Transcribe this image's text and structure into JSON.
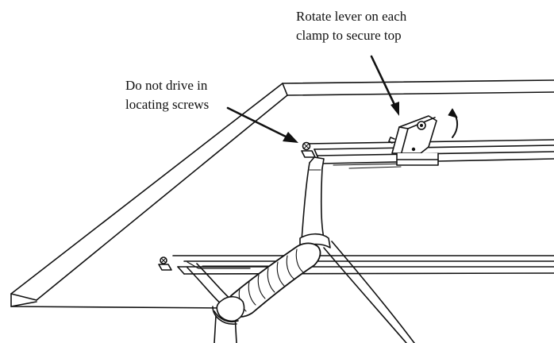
{
  "callouts": {
    "lever": {
      "line1": "Rotate lever on each",
      "line2": "clamp to secure top"
    },
    "screws": {
      "line1": "Do not drive in",
      "line2": "locating screws"
    }
  },
  "colors": {
    "ink": "#111111",
    "paper": "#ffffff"
  }
}
